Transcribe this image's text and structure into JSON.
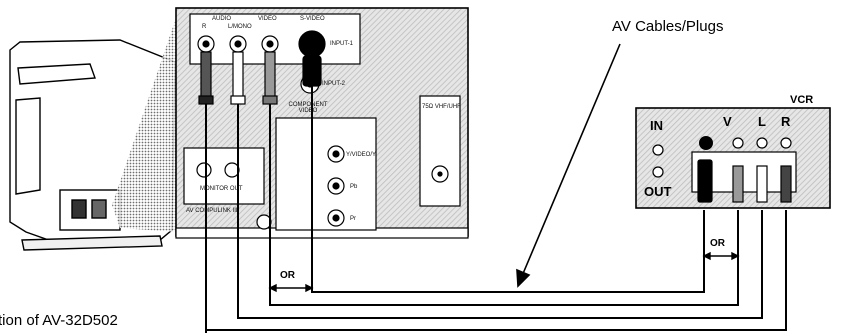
{
  "labels": {
    "cables": "AV Cables/Plugs",
    "caption_fragment": "tion of AV-32D502",
    "vcr_title": "VCR"
  },
  "tv_panel": {
    "audio": "AUDIO",
    "video": "VIDEO",
    "s_video": "S-VIDEO",
    "r": "R",
    "l_mono": "L/MONO",
    "input1": "INPUT-1",
    "input2": "INPUT-2",
    "component_video": "COMPONENT VIDEO",
    "y_pb_pr": "Y/VIDEO/Y",
    "pb": "Pb",
    "pr": "Pr",
    "vhf_uhf": "75Ω VHF/UHF",
    "monitor_out": "MONITOR OUT",
    "av_compulink": "AV COMPULINK III"
  },
  "vcr_panel": {
    "in": "IN",
    "out": "OUT",
    "v": "V",
    "l": "L",
    "r": "R"
  },
  "or_labels": [
    "OR",
    "OR"
  ],
  "colors": {
    "line": "#000000",
    "panel_fill": "#e6e6e6",
    "panel_hatch": "#c8c8c8"
  }
}
